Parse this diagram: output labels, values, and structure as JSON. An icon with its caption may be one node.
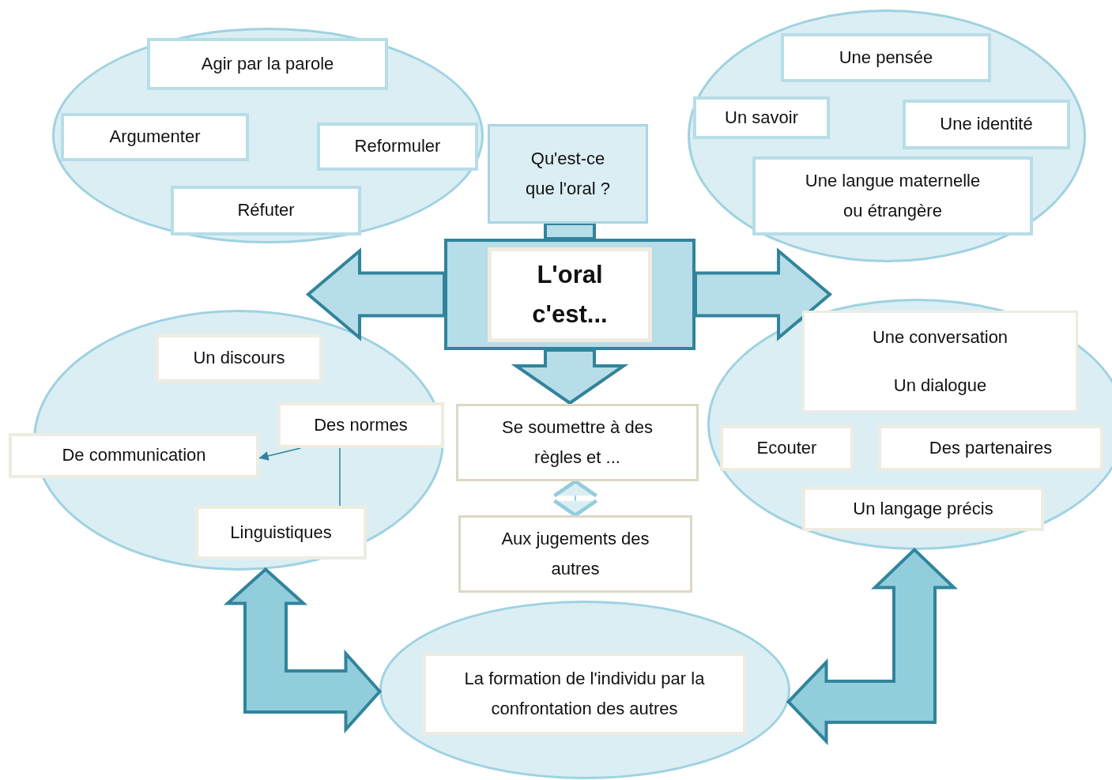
{
  "diagram": {
    "nodes": [
      {
        "text": [],
        "shape": "ellipse"
      },
      {
        "text": [
          "Agir par la parole"
        ],
        "in": 0
      },
      {
        "text": [
          "Argumenter"
        ],
        "in": 0
      },
      {
        "text": [
          "Reformuler"
        ],
        "in": 0
      },
      {
        "text": [
          "Réfuter"
        ],
        "in": 0
      },
      {
        "text": [
          "Qu'est-ce que l'oral ?"
        ]
      },
      {
        "text": [],
        "shape": "ellipse"
      },
      {
        "text": [
          "Une pensée"
        ],
        "in": 6
      },
      {
        "text": [
          "Un savoir"
        ],
        "in": 6
      },
      {
        "text": [
          "Une identité"
        ],
        "in": 6
      },
      {
        "text": [
          "Une langue maternelle ou étrangère"
        ],
        "in": 6
      },
      {
        "text": [
          "L'oral c'est..."
        ]
      },
      {
        "text": [],
        "shape": "ellipse"
      },
      {
        "text": [
          "Un discours"
        ],
        "in": 12
      },
      {
        "text": [
          "Des normes"
        ],
        "in": 12
      },
      {
        "text": [
          "De communication"
        ]
      },
      {
        "text": [
          "Linguistiques"
        ],
        "in": 12
      },
      {
        "text": [
          "Se soumettre à des règles et ..."
        ]
      },
      {
        "text": [
          "Aux jugements des autres"
        ]
      },
      {
        "text": [],
        "shape": "ellipse"
      },
      {
        "text": [
          "Une conversation",
          "Un dialogue"
        ],
        "in": 19
      },
      {
        "text": [
          "Ecouter"
        ],
        "in": 19
      },
      {
        "text": [
          "Des partenaires"
        ],
        "in": 19
      },
      {
        "text": [
          "Un langage précis"
        ],
        "in": 19
      },
      {
        "text": [],
        "shape": "ellipse"
      },
      {
        "text": [
          "La formation de l'individu par la confrontation des autres"
        ],
        "in": 24
      }
    ],
    "edges": [
      {
        "from": 11,
        "to": 12,
        "arrow": "to"
      },
      {
        "from": 11,
        "to": 19,
        "arrow": "to"
      },
      {
        "from": 11,
        "to": 17,
        "arrow": "to"
      },
      {
        "from": 11,
        "to": 5,
        "arrow": "none"
      },
      {
        "from": 14,
        "to": 15,
        "arrow": "to"
      },
      {
        "from": 14,
        "to": 16,
        "arrow": "none"
      },
      {
        "from": 17,
        "to": 18,
        "arrow": "both",
        "color": "#92cddc"
      },
      {
        "from": 12,
        "to": 24,
        "arrow": "both"
      },
      {
        "from": 19,
        "to": 24,
        "arrow": "both"
      }
    ]
  }
}
